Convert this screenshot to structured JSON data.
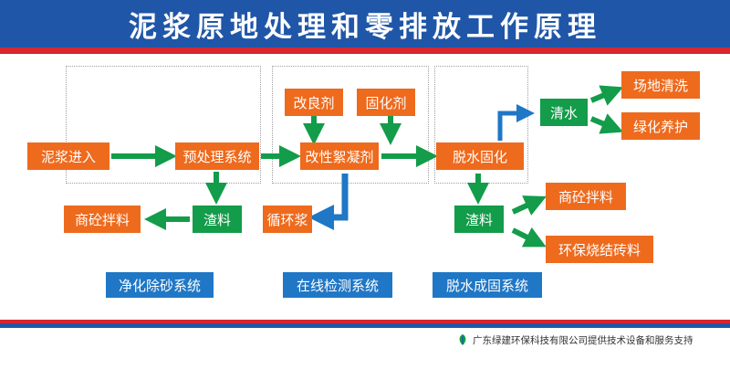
{
  "header": {
    "title": "泥浆原地处理和零排放工作原理"
  },
  "nodes": {
    "slurry_in": "泥浆进入",
    "pretreat": "预处理系统",
    "improver": "改良剂",
    "curing_agent": "固化剂",
    "flocculant": "改性絮凝剂",
    "dewater_cure": "脱水固化",
    "clear_water": "清水",
    "site_clean": "场地清洗",
    "greening": "绿化养护",
    "residue_left": "渣料",
    "concrete_left": "商砼拌料",
    "recycle": "循环浆",
    "residue_right": "渣料",
    "concrete_right": "商砼拌料",
    "brick": "环保烧结砖料"
  },
  "systems": {
    "purify": "净化除砂系统",
    "online": "在线检测系统",
    "dewater": "脱水成固系统"
  },
  "footer": {
    "text": "广东绿建环保科技有限公司提供技术设备和服务支持"
  },
  "colors": {
    "orange": "#ee6a1d",
    "green": "#139c4a",
    "blue": "#1f77c6",
    "banner": "#1f56a8",
    "red": "#d7262e"
  }
}
